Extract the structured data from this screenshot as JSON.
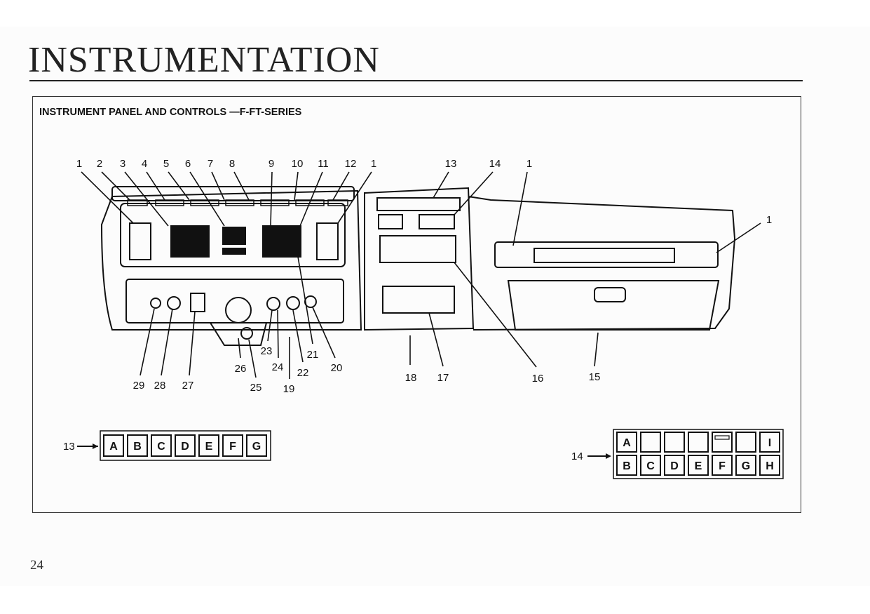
{
  "header": {
    "title": "INSTRUMENTATION"
  },
  "figure": {
    "title": "INSTRUMENT PANEL AND CONTROLS —F-FT-SERIES",
    "callouts_top": [
      "1",
      "2",
      "3",
      "4",
      "5",
      "6",
      "7",
      "8",
      "9",
      "10",
      "11",
      "12",
      "1",
      "13",
      "14",
      "1"
    ],
    "callout_right": "1",
    "callouts_bottom": {
      "c29": "29",
      "c28": "28",
      "c27": "27",
      "c26": "26",
      "c25": "25",
      "c24": "24",
      "c23": "23",
      "c22": "22",
      "c21": "21",
      "c20": "20",
      "c19": "19",
      "c18": "18",
      "c17": "17",
      "c16": "16",
      "c15": "15"
    },
    "legend13": {
      "label": "13",
      "keys": [
        "A",
        "B",
        "C",
        "D",
        "E",
        "F",
        "G"
      ]
    },
    "legend14": {
      "label": "14",
      "top_row": [
        "A",
        "",
        "",
        "",
        "",
        "",
        "I"
      ],
      "bottom_row": [
        "B",
        "C",
        "D",
        "E",
        "F",
        "G",
        "H"
      ]
    }
  },
  "footer": {
    "page_number": "24"
  }
}
